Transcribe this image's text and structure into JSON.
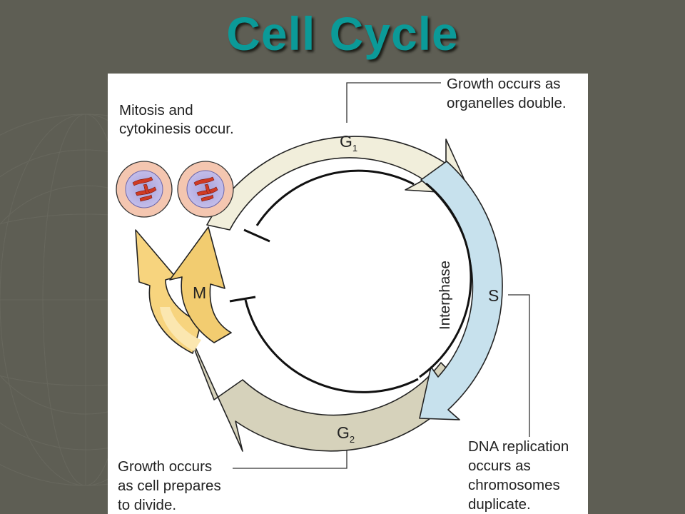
{
  "slide": {
    "title": "Cell Cycle"
  },
  "diagram": {
    "phases": {
      "g1": {
        "letter": "G",
        "sub": "1"
      },
      "s": {
        "letter": "S"
      },
      "g2": {
        "letter": "G",
        "sub": "2"
      },
      "m": {
        "letter": "M"
      }
    },
    "interphase_label": "Interphase",
    "annotations": {
      "mitosis": [
        "Mitosis and",
        "cytokinesis occur."
      ],
      "g1": [
        "Growth occurs as",
        "organelles double."
      ],
      "s": [
        "DNA replication",
        "occurs as",
        "chromosomes",
        "duplicate."
      ],
      "g2": [
        "Growth occurs",
        "as cell prepares",
        "to divide."
      ]
    },
    "colors": {
      "g1_arrow": "#f1eedb",
      "s_arrow": "#c7e1ed",
      "g2_arrow": "#d6d2bb",
      "m_arrow": "#f7d47e",
      "cell_outer": "#f4c6b0",
      "cell_inner": "#b4aee0",
      "chromosome": "#cf3a24"
    }
  }
}
